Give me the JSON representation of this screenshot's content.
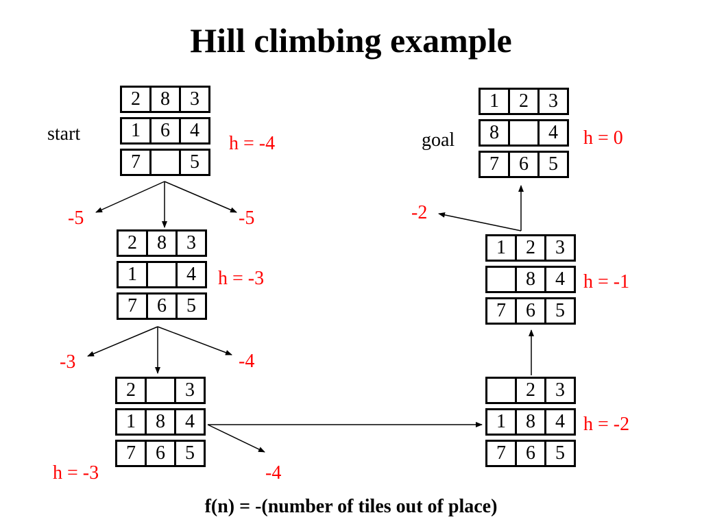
{
  "title": "Hill climbing example",
  "footer": "f(n) = -(number of tiles out of place)",
  "colors": {
    "heuristic": "#ff0000",
    "text": "#000000"
  },
  "labels": {
    "start": "start",
    "goal": "goal",
    "h_start": "h = -4",
    "h_goal": "h = 0",
    "h_step1": "h = -3",
    "h_step2": "h = -3",
    "h_right2": "h = -1",
    "h_right1": "h = -2",
    "s0_left": "-5",
    "s0_right": "-5",
    "s1_left": "-3",
    "s1_right": "-4",
    "s2_right": "-4",
    "goal_side": "-2"
  },
  "boards": {
    "start": [
      [
        "2",
        "8",
        "3"
      ],
      [
        "1",
        "6",
        "4"
      ],
      [
        "7",
        "",
        "5"
      ]
    ],
    "step1": [
      [
        "2",
        "8",
        "3"
      ],
      [
        "1",
        "",
        "4"
      ],
      [
        "7",
        "6",
        "5"
      ]
    ],
    "step2": [
      [
        "2",
        "",
        "3"
      ],
      [
        "1",
        "8",
        "4"
      ],
      [
        "7",
        "6",
        "5"
      ]
    ],
    "right1": [
      [
        "",
        "2",
        "3"
      ],
      [
        "1",
        "8",
        "4"
      ],
      [
        "7",
        "6",
        "5"
      ]
    ],
    "right2": [
      [
        "1",
        "2",
        "3"
      ],
      [
        "",
        "8",
        "4"
      ],
      [
        "7",
        "6",
        "5"
      ]
    ],
    "goal": [
      [
        "1",
        "2",
        "3"
      ],
      [
        "8",
        "",
        "4"
      ],
      [
        "7",
        "6",
        "5"
      ]
    ]
  }
}
